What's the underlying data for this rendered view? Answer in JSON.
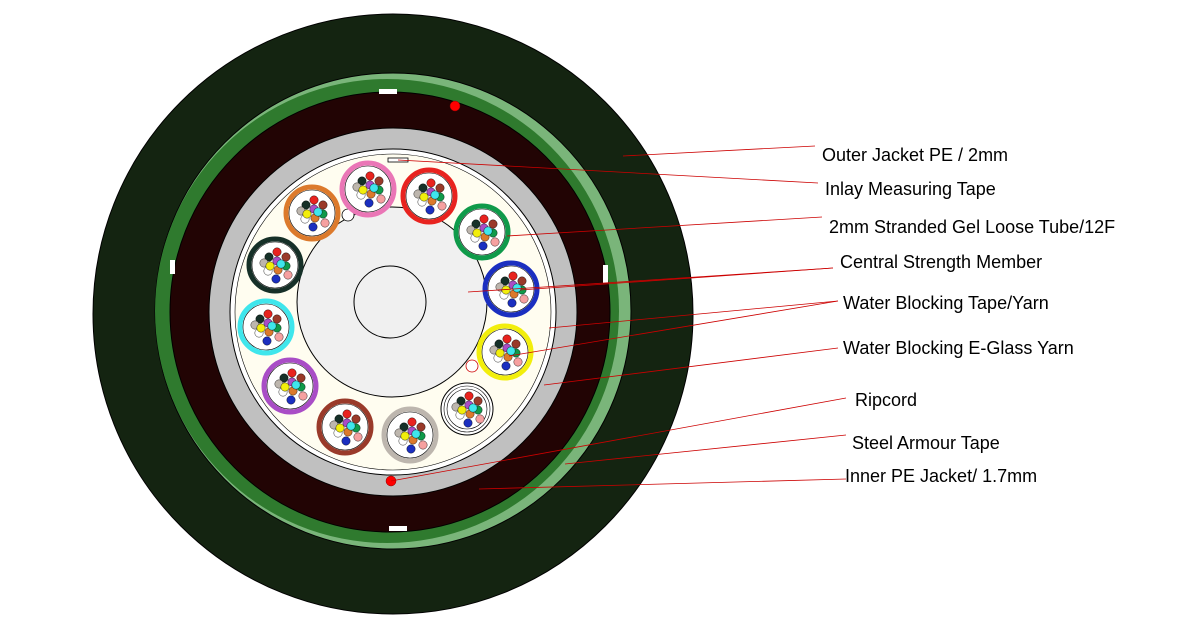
{
  "labels": {
    "outer_jacket": "Outer Jacket PE / 2mm",
    "inlay_tape": "Inlay Measuring Tape",
    "loose_tube": "2mm Stranded Gel Loose Tube/12F",
    "central_member": "Central Strength Member",
    "wb_tape_yarn": "Water Blocking Tape/Yarn",
    "wb_eglass_yarn": "Water Blocking E-Glass Yarn",
    "ripcord": "Ripcord",
    "steel_armour": "Steel Armour Tape",
    "inner_jacket": "Inner PE Jacket/ 1.7mm"
  },
  "colors": {
    "outer_jacket": "#142411",
    "armour_dark": "#2f7a2e",
    "armour_light": "#7ab57a",
    "inner_jacket": "#220404",
    "wb_tape": "#c0c0c0",
    "core_fill": "#fffdf0",
    "central_member": "#f0f0f0",
    "leader_line": "#cc0000",
    "ripcord": "#ff0000"
  },
  "tube_colors": [
    "red",
    "green",
    "blue",
    "yellow",
    "white",
    "grey",
    "brown",
    "violet",
    "aqua",
    "black",
    "orange",
    "rose"
  ],
  "fiber_colors": [
    "red",
    "brown",
    "black",
    "violet",
    "green",
    "orange",
    "blue",
    "white",
    "grey",
    "yellow",
    "pink",
    "aqua"
  ]
}
